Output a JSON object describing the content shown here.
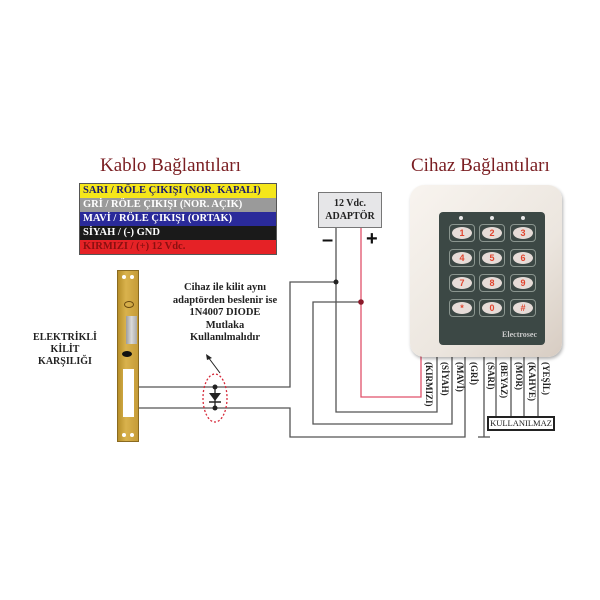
{
  "left_title": "Kablo Bağlantıları",
  "right_title": "Cihaz Bağlantıları",
  "legend": [
    {
      "text": "SARI / RÖLE ÇIKIŞI (NOR. KAPALI)",
      "bg": "#f5e61a",
      "color": "#1a1a6a"
    },
    {
      "text": "GRİ / RÖLE ÇIKIŞI (NOR. AÇIK)",
      "bg": "#9a9a9a",
      "color": "#ffffff"
    },
    {
      "text": "MAVİ / RÖLE ÇIKIŞI (ORTAK)",
      "bg": "#2a2a9a",
      "color": "#ffffff"
    },
    {
      "text": "SİYAH / (-) GND",
      "bg": "#1a1a1a",
      "color": "#ffffff"
    },
    {
      "text": "KIRMIZI / (+) 12 Vdc.",
      "bg": "#e52226",
      "color": "#8a1010"
    }
  ],
  "adaptor": {
    "line1": "12 Vdc.",
    "line2": "ADAPTÖR",
    "minus": "–",
    "plus": "+"
  },
  "lock_label": [
    "ELEKTRİKLİ",
    "KİLİT",
    "KARŞILIĞI"
  ],
  "note": [
    "Cihaz ile kilit aynı",
    "adaptörden beslenir ise",
    "1N4007 DIODE",
    "Mutlaka",
    "Kullanılmalıdır"
  ],
  "keypad": {
    "brand": "Electrosec",
    "keys": [
      "1",
      "2",
      "3",
      "4",
      "5",
      "6",
      "7",
      "8",
      "9",
      "*",
      "0",
      "#"
    ]
  },
  "device_wires": [
    "(KIRMIZI)",
    "(SİYAH)",
    "(MAVİ)",
    "(GRİ)",
    "(SARI)",
    "(BEYAZ)",
    "(MOR)",
    "(KAHVE)",
    "(YEŞİL)"
  ],
  "unused_label": "KULLANILMAZ",
  "colors": {
    "wire": "#555555",
    "plus_wire": "#e0506a",
    "diode_ring": "#d62a3a"
  }
}
